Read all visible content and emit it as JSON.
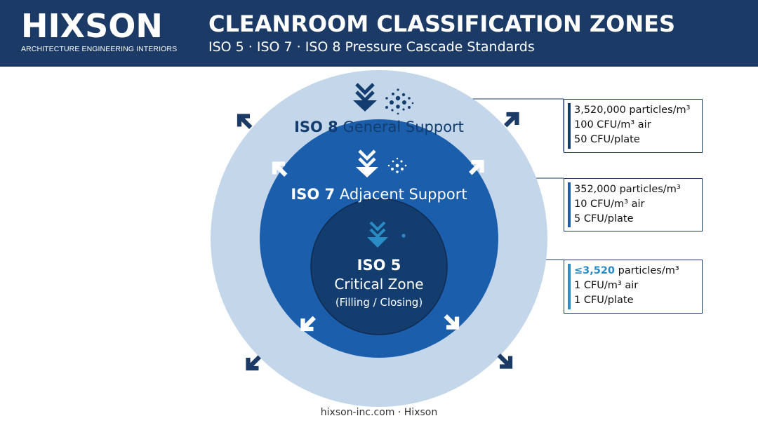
{
  "header": {
    "logo": "HIXSON",
    "tagline": "ARCHITECTURE ENGINEERING INTERIORS",
    "title": "CLEANROOM CLASSIFICATION ZONES",
    "subtitle": "ISO 5 · ISO 7 · ISO 8 Pressure Cascade Standards"
  },
  "zones": {
    "iso8": {
      "code": "ISO 8",
      "name": "General Support"
    },
    "iso7": {
      "code": "ISO 7",
      "name": "Adjacent Support"
    },
    "iso5": {
      "code": "ISO 5",
      "name": "Critical Zone",
      "detail": "(Filling / Closing)"
    }
  },
  "specs": {
    "iso8": {
      "line1": "3,520,000 particles/m³",
      "line2": "100 CFU/m³ air",
      "line3": "50 CFU/plate"
    },
    "iso7": {
      "line1": "352,000 particles/m³",
      "line2": "10 CFU/m³ air",
      "line3": "5 CFU/plate"
    },
    "iso5": {
      "line1_value": "≤3,520",
      "line1_unit": " particles/m³",
      "line2": "1 CFU/m³ air",
      "line3": "1 CFU/plate"
    }
  },
  "colors": {
    "header_bg": "#1b3a66",
    "iso8_fill": "#c3d6ea",
    "iso7_fill": "#1a5eac",
    "iso5_fill": "#143d6f",
    "iso5_accent": "#2a8cc4"
  },
  "footer": {
    "text": "hixson-inc.com · Hixson"
  }
}
